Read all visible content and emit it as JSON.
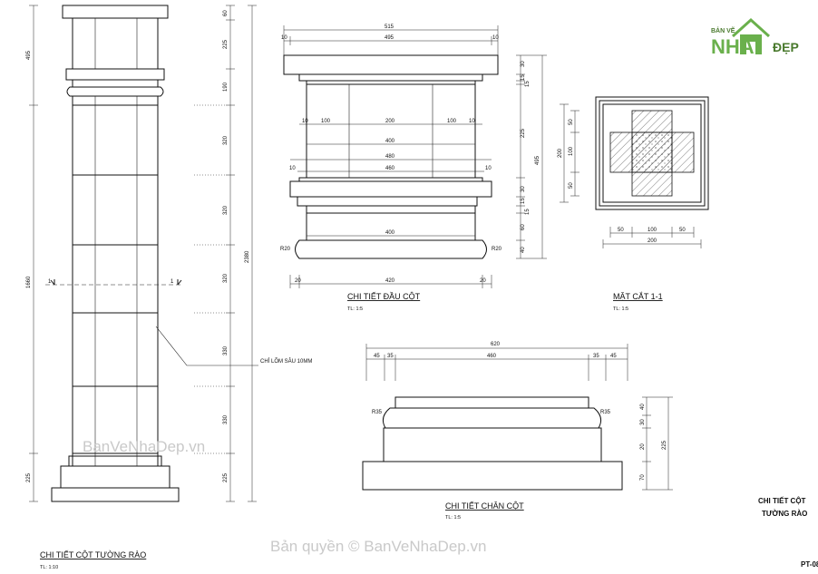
{
  "titles": {
    "column": "CHI TIẾT CỘT TƯỜNG RÀO",
    "column_scale": "TL: 1:10",
    "cap": "CHI TIẾT ĐẦU CỘT",
    "cap_scale": "TL: 1:5",
    "section": "MẶT CẮT 1-1",
    "section_scale": "TL: 1:5",
    "base": "CHI TIẾT CHÂN CỘT",
    "base_scale": "TL: 1:5",
    "sheet_line1": "CHI TIẾT CỘT",
    "sheet_line2": "TƯỜNG RÀO",
    "sheet_no": "PT-08"
  },
  "logo": {
    "top": "BẢN VẼ",
    "nha": "NHÀ",
    "dep": "ĐẸP"
  },
  "watermarks": {
    "left": "BanVeNhaDep.vn",
    "bottom": "Bản quyền © BanVeNhaDep.vn"
  },
  "notes": {
    "groove": "CHỈ LÕM SÂU 10MM"
  },
  "column_dims": {
    "right": [
      "60",
      "225",
      "190",
      "320",
      "320",
      "320",
      "330",
      "330",
      "225"
    ],
    "left": [
      "495",
      "1660",
      "225"
    ],
    "total": "2380",
    "section_mark": "1"
  },
  "cap_dims": {
    "top1": "515",
    "top2": "495",
    "tick": "10",
    "r100a": "100",
    "r200": "200",
    "r100b": "100",
    "r400a": "400",
    "r480": "480",
    "r460": "460",
    "r400b": "400",
    "r420": "420",
    "r20": "20",
    "radius": "R20",
    "right": [
      "30",
      "15",
      "15",
      "225",
      "30",
      "15",
      "15",
      "60",
      "40"
    ],
    "total": "495"
  },
  "section_dims": {
    "bottom": [
      "50",
      "100",
      "50"
    ],
    "bottom_total": "200",
    "left": [
      "50",
      "100",
      "50"
    ],
    "left_total": "200"
  },
  "base_dims": {
    "top": "620",
    "t45": "45",
    "t35": "35",
    "t460": "460",
    "radius": "R35",
    "right": [
      "40",
      "30",
      "20",
      "70"
    ],
    "total": "225"
  }
}
